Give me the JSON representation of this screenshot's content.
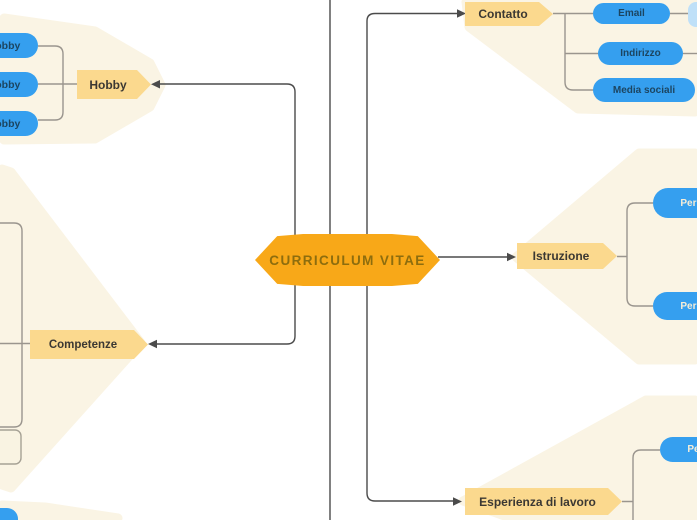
{
  "diagram": {
    "type": "mindmap",
    "center": {
      "label": "CURRICULUM VITAE"
    },
    "branches": {
      "contatto": {
        "label": "Contatto",
        "children": [
          "Email",
          "Indirizzo",
          "Media sociali"
        ]
      },
      "istruzione": {
        "label": "Istruzione",
        "children": [
          "Periodo",
          "Periodo"
        ]
      },
      "esperienza": {
        "label": "Esperienza di lavoro",
        "children": [
          "Periodo"
        ]
      },
      "hobby": {
        "label": "Hobby",
        "children": [
          "Hobby",
          "Hobby",
          "Hobby"
        ]
      },
      "competenze": {
        "label": "Competenze",
        "children": []
      }
    },
    "colors": {
      "center_fill": "#F8A818",
      "center_text": "#8D6D0E",
      "topic_fill": "#FBD98E",
      "topic_text": "#3B3833",
      "subtopic_fill": "#359FEF",
      "subtopic_text_dark": "#1C4561",
      "subtopic_text_light": "#F5EDD8",
      "child_note_fill": "#BFE0F8",
      "region_fill": "#FAF4E4",
      "edge_rect_fill": "#F9F3E2",
      "edge_rect_border": "#A6A195",
      "main_link": "#4B4B4B",
      "child_link": "#9A958E"
    }
  }
}
